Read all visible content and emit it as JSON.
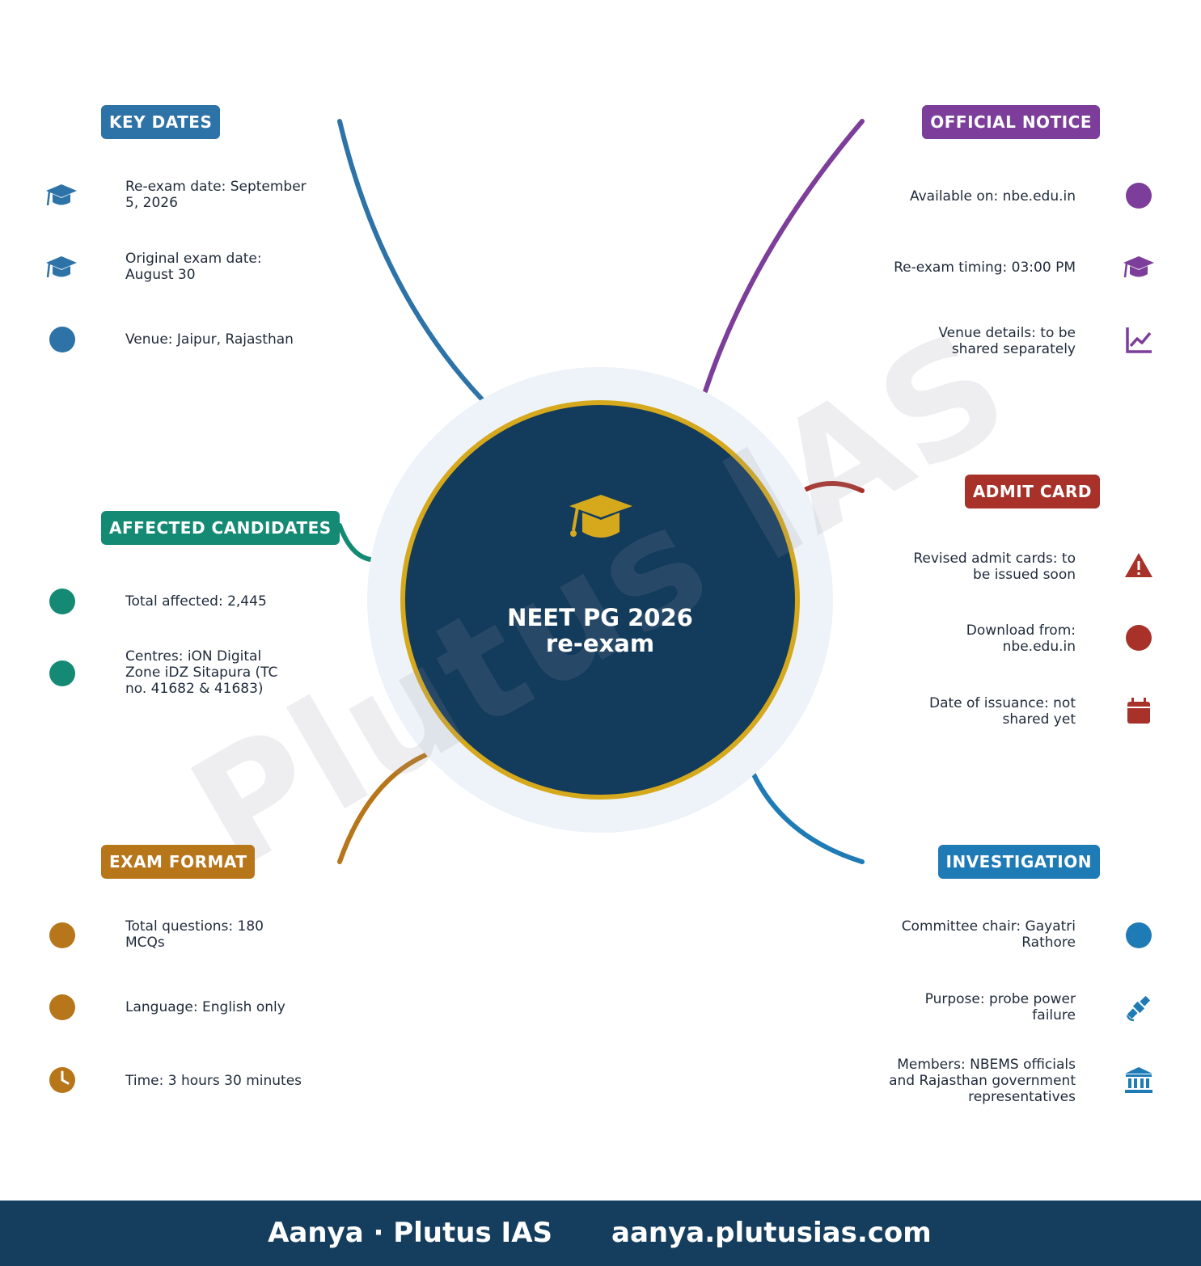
{
  "watermark": "Plutus IAS",
  "center": {
    "title_line1": "NEET PG 2026",
    "title_line2": "re-exam",
    "icon": "graduation-cap-icon"
  },
  "colors": {
    "key_dates": "#2d73a8",
    "official_notice": "#7c3e9a",
    "affected": "#148a74",
    "admit_card": "#a8322a",
    "exam_format": "#b8761a",
    "investigation": "#1f7bb6",
    "center_fill": "#133b5c",
    "center_ring": "#d6a91d",
    "halo": "#eef3f9"
  },
  "sections": {
    "key_dates": {
      "label": "KEY DATES",
      "items": [
        {
          "icon": "graduation-cap-icon",
          "line1": "Re-exam date: September",
          "line2": "5, 2026"
        },
        {
          "icon": "graduation-cap-icon",
          "line1": "Original exam date:",
          "line2": "August 30"
        },
        {
          "icon": "dot-icon",
          "line1": "Venue: Jaipur, Rajasthan"
        }
      ]
    },
    "official_notice": {
      "label": "OFFICIAL NOTICE",
      "items": [
        {
          "icon": "dot-icon",
          "line1": "Available on: nbe.edu.in"
        },
        {
          "icon": "graduation-cap-icon",
          "line1": "Re-exam timing: 03:00 PM"
        },
        {
          "icon": "line-chart-icon",
          "line1": "Venue details: to be",
          "line2": "shared separately"
        }
      ]
    },
    "affected": {
      "label": "AFFECTED CANDIDATES",
      "items": [
        {
          "icon": "dot-icon",
          "line1": "Total affected: 2,445"
        },
        {
          "icon": "dot-icon",
          "line1": "Centres: iON Digital",
          "line2": "Zone iDZ Sitapura (TC",
          "line3": "no. 41682 & 41683)"
        }
      ]
    },
    "admit_card": {
      "label": "ADMIT CARD",
      "items": [
        {
          "icon": "warning-icon",
          "line1": "Revised admit cards: to",
          "line2": "be issued soon"
        },
        {
          "icon": "dot-icon",
          "line1": "Download from:",
          "line2": "nbe.edu.in"
        },
        {
          "icon": "calendar-icon",
          "line1": "Date of issuance: not",
          "line2": "shared yet"
        }
      ]
    },
    "exam_format": {
      "label": "EXAM FORMAT",
      "items": [
        {
          "icon": "dot-icon",
          "line1": "Total questions: 180",
          "line2": "MCQs"
        },
        {
          "icon": "dot-icon",
          "line1": "Language: English only"
        },
        {
          "icon": "clock-icon",
          "line1": "Time: 3 hours 30 minutes"
        }
      ]
    },
    "investigation": {
      "label": "INVESTIGATION",
      "items": [
        {
          "icon": "dot-icon",
          "line1": "Committee chair: Gayatri",
          "line2": "Rathore"
        },
        {
          "icon": "satellite-icon",
          "line1": "Purpose: probe power",
          "line2": "failure"
        },
        {
          "icon": "bank-icon",
          "line1": "Members: NBEMS officials",
          "line2": "and Rajasthan government",
          "line3": "representatives"
        }
      ]
    }
  },
  "footer": {
    "brand": "Aanya · Plutus IAS",
    "site": "aanya.plutusias.com"
  }
}
